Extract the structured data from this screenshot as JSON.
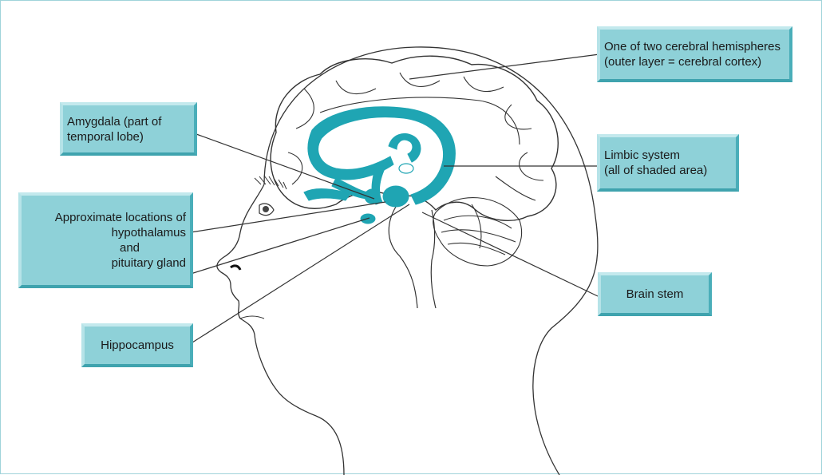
{
  "labels": {
    "hemispheres": [
      "One of two cerebral hemispheres",
      "(outer layer = cerebral cortex)"
    ],
    "amygdala": [
      "Amygdala (part of",
      "temporal lobe)"
    ],
    "limbic": [
      "Limbic system",
      "(all of shaded area)"
    ],
    "hypothalamus": [
      "Approximate locations of",
      "hypothalamus",
      "and",
      "pituitary gland"
    ],
    "brainstem": [
      "Brain stem"
    ],
    "hippocampus": [
      "Hippocampus"
    ]
  },
  "colors": {
    "limbic_fill": "#1fa5b3",
    "label_box": "#8ed1d8",
    "line": "#333333"
  }
}
